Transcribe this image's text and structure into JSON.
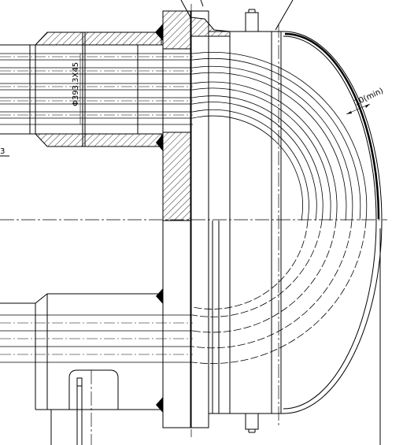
{
  "drawing": {
    "dimensions": {
      "pipe_diameter": "Φ393.3X45",
      "shell_thickness": "10(min)",
      "left_reference": "3"
    },
    "colors": {
      "line": "#000000",
      "background": "#ffffff"
    }
  }
}
